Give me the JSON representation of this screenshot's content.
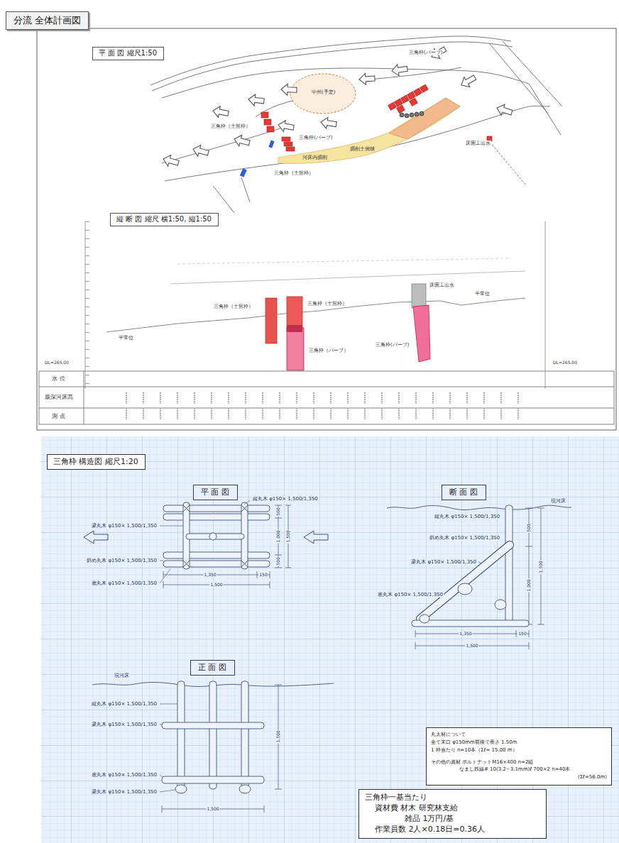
{
  "diagram": {
    "title": "分流 全体計画図",
    "nodes": [
      {
        "text": [
          "平 面 図 縮尺1:50"
        ]
      },
      {
        "text": [
          "縦 断 図 縮尺 横1:50, 縦1:50"
        ]
      },
      {
        "text": [
          "三角枠 構造図 縮尺1:20"
        ]
      },
      {
        "text": [
          "平 面 図"
        ]
      },
      {
        "text": [
          "断 面 図"
        ]
      },
      {
        "text": [
          "正 面 図"
        ]
      },
      {
        "text": [
          "丸太材について",
          "全て末口 φ150mm前後で長さ 1.50m",
          "1 枠当たり n=10本（Σℓ= 15.00 m）",
          "その他の資材 ボルトナットM16×400 n=2組",
          "なまし鉄線# 10(3.2~3.1mm)ℓ 700×2 n=40本",
          "(Σℓ=56.0m)"
        ]
      },
      {
        "text": [
          "三角枠一基当たり",
          "資材費 材木 研究林支給",
          "雑品 1万円/基",
          "作業員数 2人×0.18日=0.36人"
        ]
      }
    ],
    "labels": [
      "三角枠(バーブ)",
      "中州(予定)",
      "三角枠（土留枠）",
      "三角枠(バーブ)",
      "河床内掘削",
      "掘削土側積",
      "三角枠（土留枠）",
      "床固工出水",
      "三角枠（土留枠）",
      "三角枠（土留枠）",
      "三角枠（バーブ）",
      "床固工出水",
      "三角枠(バーブ)",
      "平常位",
      "平常位",
      "DL=265.00",
      "DL=265.00",
      "水 位",
      "最深河床高",
      "測 点",
      "縦丸木 φ150× 1,500/1,350",
      "梁丸木 φ150× 1,500/1,350",
      "斜め丸木 φ150× 1,500/1,350",
      "底丸木 φ150× 1,500/1,350",
      "500",
      "1,000",
      "500",
      "1,500",
      "1,350",
      "150",
      "1,500",
      "現河床",
      "縦丸木 φ150× 1,500/1,350",
      "斜め丸木 φ150× 1,500/1,350",
      "梁丸木 φ150× 1,500/1,350",
      "底丸木 φ150× 1,500/1,350",
      "500",
      "1,000",
      "1,500",
      "1,350",
      "150",
      "1,500",
      "現河床",
      "縦丸木 φ150× 1,500/1,350",
      "梁丸木 φ150× 1,500/1,350",
      "底丸木 φ150× 1,500/1,350",
      "梁丸木 φ150× 1,500/1,350",
      "1,500",
      "1,500"
    ]
  }
}
